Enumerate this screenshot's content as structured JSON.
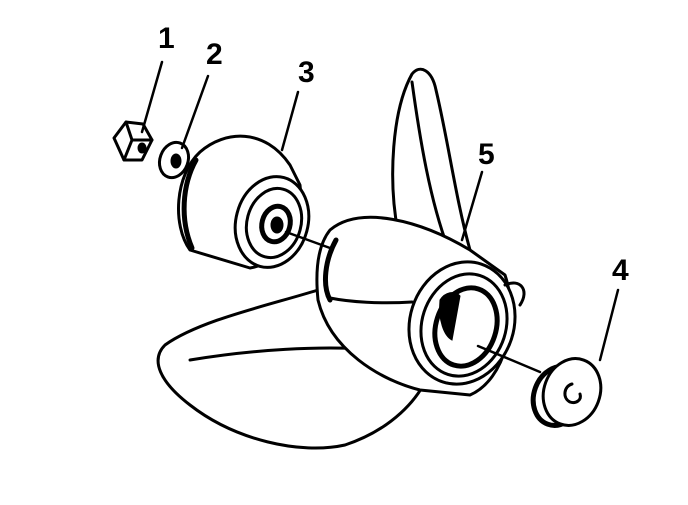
{
  "diagram": {
    "callouts": [
      {
        "id": "1"
      },
      {
        "id": "2"
      },
      {
        "id": "3"
      },
      {
        "id": "4"
      },
      {
        "id": "5"
      }
    ]
  }
}
